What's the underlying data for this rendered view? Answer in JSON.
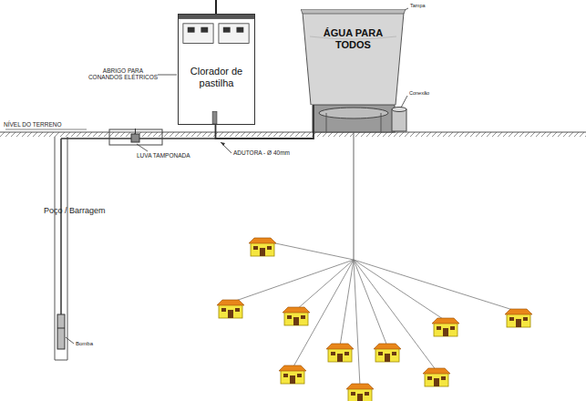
{
  "diagram": {
    "nodes": [
      {
        "text": [
          "Clorador de pastilha"
        ]
      },
      {
        "text": [
          "ÁGUA PARA TODOS"
        ]
      }
    ],
    "edges": [
      {
        "from": 0,
        "to": 1,
        "arrow": "none"
      }
    ],
    "labels": [
      "ABRIGO PARA CONANDOS ELÉTRICOS",
      "NÍVEL DO TERRENO",
      "LUVA TAMPONADA",
      "ADUTORA - Ø 40mm",
      "Poço / Barragem",
      "Bomba",
      "Tampa",
      "Conexão"
    ]
  }
}
